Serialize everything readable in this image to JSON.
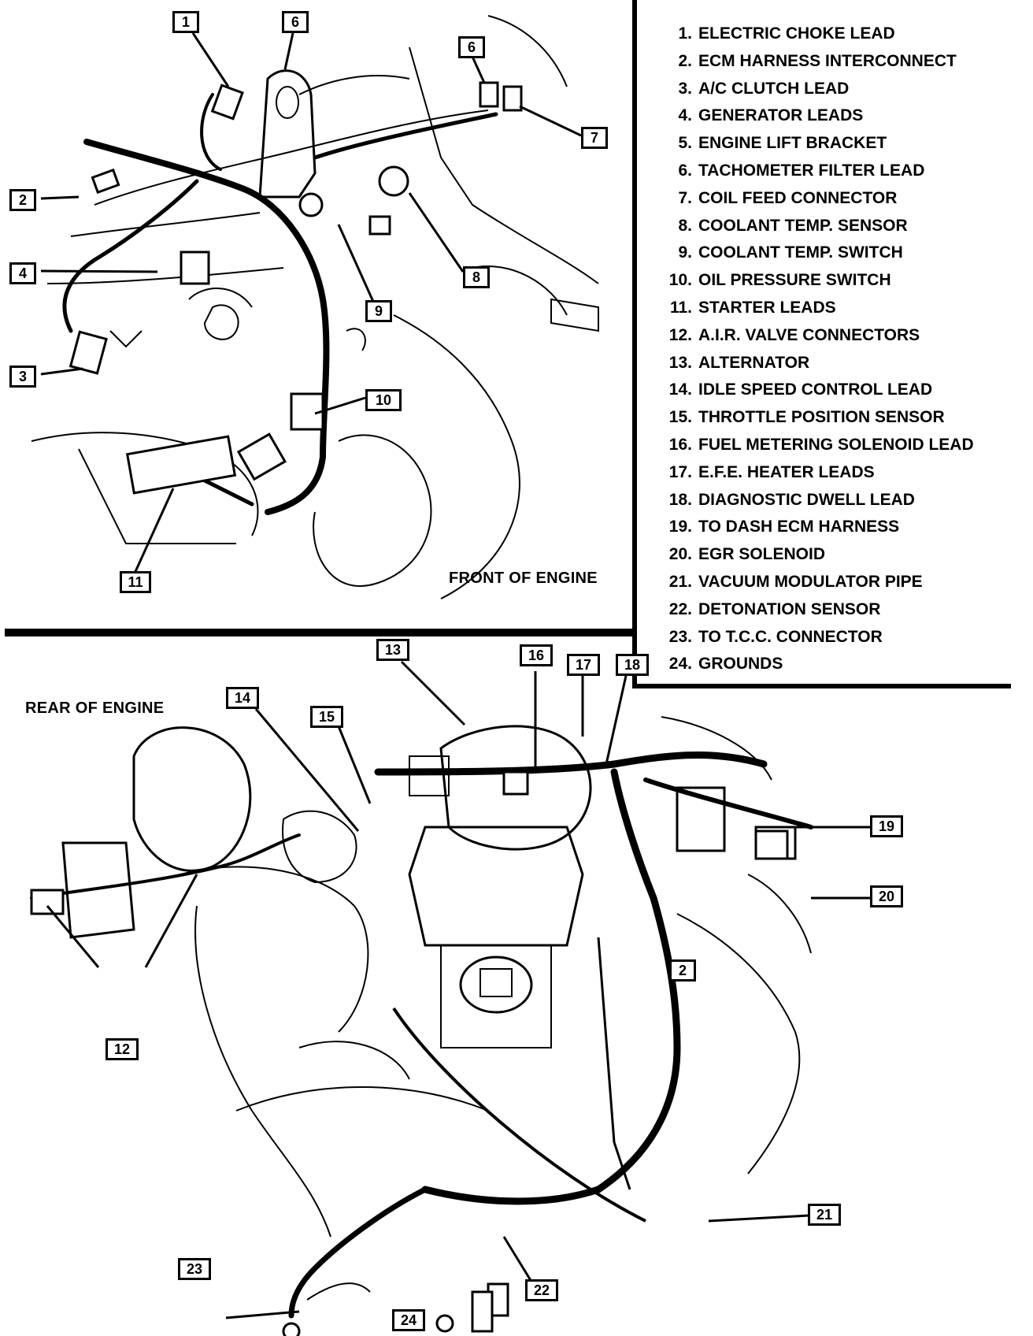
{
  "top_caption": "FRONT OF ENGINE",
  "bottom_caption": "REAR OF ENGINE",
  "legend": [
    {
      "num": "1.",
      "label": "ELECTRIC CHOKE LEAD"
    },
    {
      "num": "2.",
      "label": "ECM HARNESS INTERCONNECT"
    },
    {
      "num": "3.",
      "label": "A/C CLUTCH LEAD"
    },
    {
      "num": "4.",
      "label": "GENERATOR LEADS"
    },
    {
      "num": "5.",
      "label": "ENGINE LIFT BRACKET"
    },
    {
      "num": "6.",
      "label": "TACHOMETER FILTER LEAD"
    },
    {
      "num": "7.",
      "label": "COIL FEED CONNECTOR"
    },
    {
      "num": "8.",
      "label": "COOLANT TEMP. SENSOR"
    },
    {
      "num": "9.",
      "label": "COOLANT TEMP. SWITCH"
    },
    {
      "num": "10.",
      "label": "OIL PRESSURE SWITCH"
    },
    {
      "num": "11.",
      "label": "STARTER LEADS"
    },
    {
      "num": "12.",
      "label": "A.I.R. VALVE CONNECTORS"
    },
    {
      "num": "13.",
      "label": "ALTERNATOR"
    },
    {
      "num": "14.",
      "label": "IDLE SPEED CONTROL LEAD"
    },
    {
      "num": "15.",
      "label": "THROTTLE POSITION SENSOR"
    },
    {
      "num": "16.",
      "label": "FUEL METERING SOLENOID LEAD"
    },
    {
      "num": "17.",
      "label": "E.F.E. HEATER LEADS"
    },
    {
      "num": "18.",
      "label": "DIAGNOSTIC DWELL LEAD"
    },
    {
      "num": "19.",
      "label": "TO DASH ECM HARNESS"
    },
    {
      "num": "20.",
      "label": "EGR SOLENOID"
    },
    {
      "num": "21.",
      "label": "VACUUM MODULATOR PIPE"
    },
    {
      "num": "22.",
      "label": "DETONATION SENSOR"
    },
    {
      "num": "23.",
      "label": "TO T.C.C. CONNECTOR"
    },
    {
      "num": "24.",
      "label": "GROUNDS"
    }
  ],
  "top_callouts": [
    "1",
    "6",
    "6",
    "7",
    "2",
    "4",
    "8",
    "9",
    "3",
    "10",
    "11"
  ],
  "bottom_callouts": [
    "13",
    "16",
    "17",
    "18",
    "14",
    "15",
    "19",
    "20",
    "2",
    "12",
    "21",
    "23",
    "22",
    "24"
  ]
}
